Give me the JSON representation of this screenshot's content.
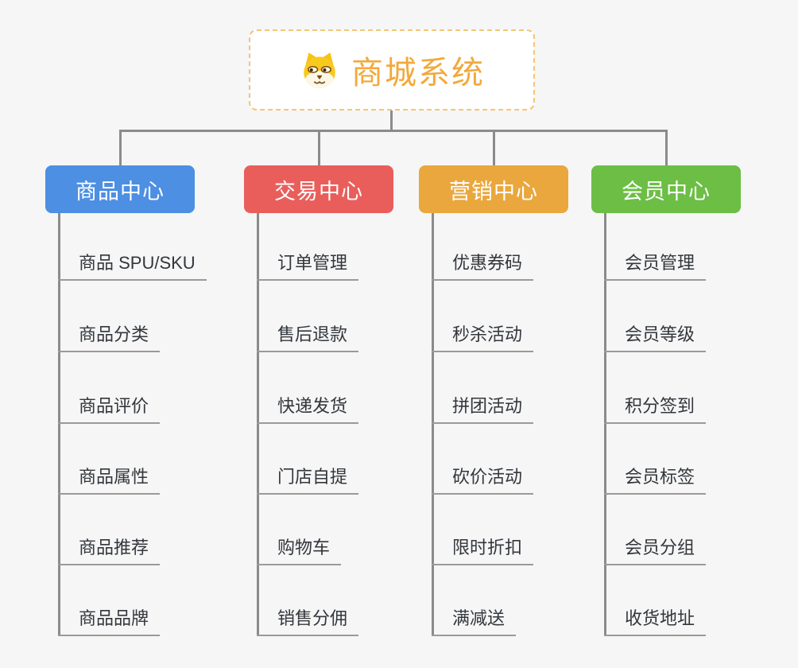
{
  "canvas": {
    "background_color": "#f5f6f5",
    "connector_color": "#8b8b8b",
    "underline_color": "#9a9a9a"
  },
  "root": {
    "label": "商城系统",
    "icon": "dog-icon",
    "text_color": "#f2a93b",
    "border_color": "#f3c577"
  },
  "branches": [
    {
      "label": "商品中心",
      "color": "#4d8fe2",
      "children": [
        "商品 SPU/SKU",
        "商品分类",
        "商品评价",
        "商品属性",
        "商品推荐",
        "商品品牌"
      ]
    },
    {
      "label": "交易中心",
      "color": "#e95e5b",
      "children": [
        "订单管理",
        "售后退款",
        "快递发货",
        "门店自提",
        "购物车",
        "销售分佣"
      ]
    },
    {
      "label": "营销中心",
      "color": "#eaa73d",
      "children": [
        "优惠券码",
        "秒杀活动",
        "拼团活动",
        "砍价活动",
        "限时折扣",
        "满减送"
      ]
    },
    {
      "label": "会员中心",
      "color": "#6cbe45",
      "children": [
        "会员管理",
        "会员等级",
        "积分签到",
        "会员标签",
        "会员分组",
        "收货地址"
      ]
    }
  ]
}
